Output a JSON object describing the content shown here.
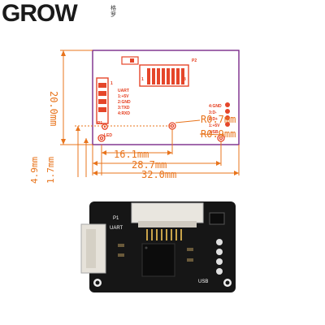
{
  "brand": {
    "name": "GROW",
    "side_text": "格\n罗"
  },
  "drawing": {
    "connectors": {
      "p2": "P2",
      "p1": "P1",
      "pin_first": "1",
      "pin_last": "8"
    },
    "uart": {
      "title": "UART",
      "pins": [
        "1:+5V",
        "2:GND",
        "3:TXD",
        "4:RXD"
      ]
    },
    "usb_pins": [
      "4:GND",
      "3:D-",
      "2:D+",
      "1:+5V"
    ],
    "usb_label": "USB",
    "led_label": "LED",
    "dims": {
      "height": "20.0mm",
      "d1": "16.1mm",
      "d2": "28.7mm",
      "d3": "32.0mm",
      "v1": "4.9mm",
      "v2": "1.7mm",
      "r1": "R0.7mm",
      "r2": "R0.9mm"
    }
  },
  "photo": {
    "p1_label": "P1",
    "uart_label": "UART",
    "usb_label": "USB"
  },
  "colors": {
    "dimension": "#e8741c",
    "outline": "#7a2a8a",
    "copper": "#e5462a",
    "board": "#161616"
  }
}
